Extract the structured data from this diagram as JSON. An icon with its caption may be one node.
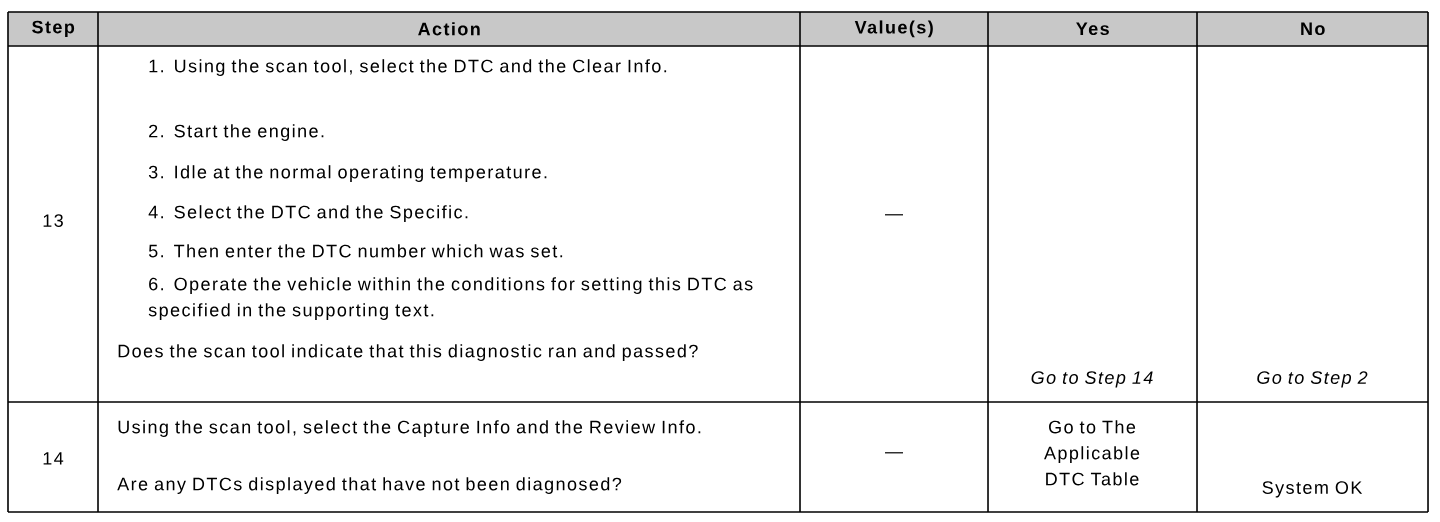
{
  "diagram": {
    "labels": [
      "Step",
      "Action",
      "Value(s)",
      "Yes",
      "No",
      "13",
      "1. Using the scan tool, select the DTC and the Clear Info.",
      "2. Start the engine.",
      "3. Idle at the normal operating temperature.",
      "4. Select the DTC and the Specific.",
      "5. Then enter the DTC number which was set.",
      "6. Operate the vehicle within the conditions for setting this DTC as specified in the supporting text.",
      "Does the scan tool indicate that this diagnostic ran and passed?",
      "—",
      "Go to Step 14",
      "Go to Step 2",
      "14",
      "Using the scan tool, select the Capture Info and the Review Info.",
      "Are any DTCs displayed that have not been diagnosed?",
      "—",
      "Go to The Applicable DTC Table",
      "System OK"
    ]
  }
}
